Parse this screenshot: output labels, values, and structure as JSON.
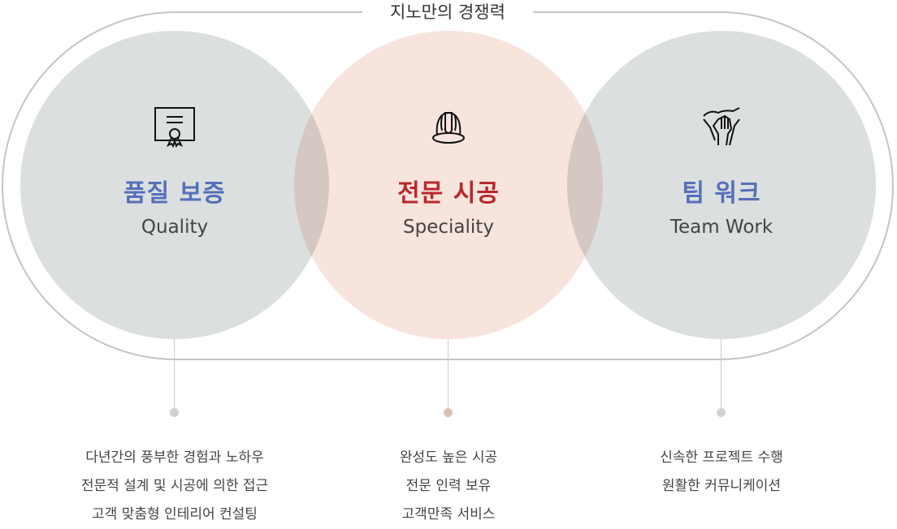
{
  "title": "지노만의 경쟁력",
  "colors": {
    "quality": "#5470b8",
    "speciality": "#b8282b",
    "teamwork": "#5470b8"
  },
  "items": [
    {
      "icon": "certificate-icon",
      "title_ko": "품질 보증",
      "title_en": "Quality",
      "desc": [
        "다년간의 풍부한 경험과 노하우",
        "전문적 설계 및 시공에 의한 접근",
        "고객 맞춤형 인테리어 컨설팅"
      ]
    },
    {
      "icon": "hard-hat-icon",
      "title_ko": "전문 시공",
      "title_en": "Speciality",
      "desc": [
        "완성도 높은 시공",
        "전문 인력 보유",
        "고객만족 서비스"
      ]
    },
    {
      "icon": "hands-teamwork-icon",
      "title_ko": "팀 워크",
      "title_en": "Team Work",
      "desc": [
        "신속한 프로젝트 수행",
        "원활한 커뮤니케이션"
      ]
    }
  ]
}
